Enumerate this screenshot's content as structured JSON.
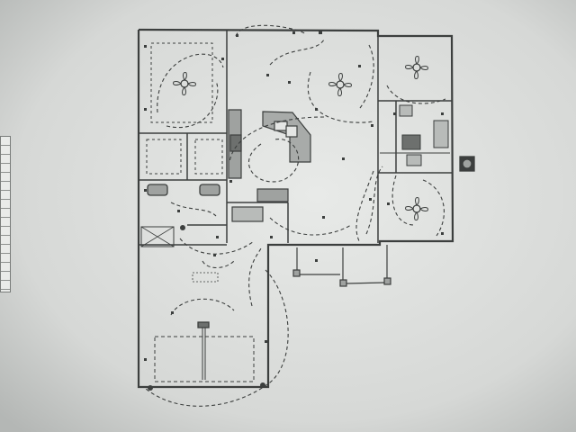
{
  "photo": {
    "subject": "",
    "colors": {
      "screen_light": "#e4e6e4",
      "screen_shadow": "#b9bcba",
      "line": "#3c3f3e",
      "fixture": "#555856",
      "counter_fill": "#9fa2a0"
    }
  },
  "left_panel": {
    "row_count": 17
  },
  "rooms": [
    {
      "id": "bedroom-nw",
      "fan": true
    },
    {
      "id": "living-room",
      "fan": true
    },
    {
      "id": "bedroom-ne",
      "fan": true
    },
    {
      "id": "bedroom-se",
      "fan": true
    },
    {
      "id": "bath-left"
    },
    {
      "id": "bath-center"
    },
    {
      "id": "bath-right"
    },
    {
      "id": "kitchen"
    },
    {
      "id": "garage"
    }
  ]
}
